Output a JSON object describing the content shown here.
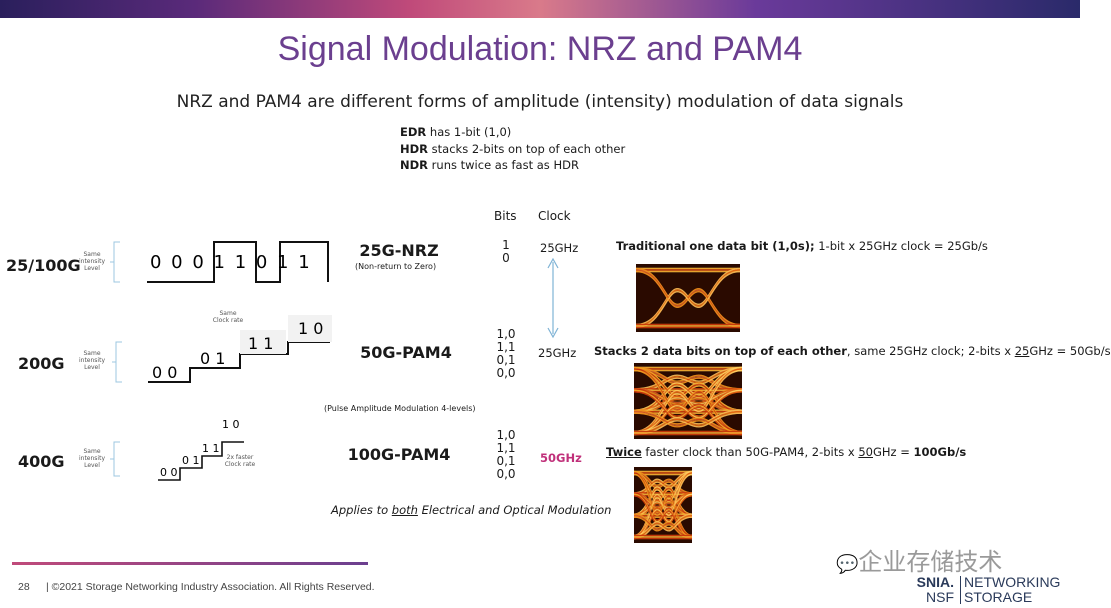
{
  "slide": {
    "title": "Signal Modulation: NRZ and PAM4",
    "subtitle": "NRZ and PAM4 are different forms of amplitude (intensity) modulation of data signals",
    "definitions": [
      {
        "term": "EDR",
        "text": " has 1-bit (1,0)"
      },
      {
        "term": "HDR",
        "text": " stacks 2-bits on top of each other"
      },
      {
        "term": "NDR",
        "text": " runs twice as fast as HDR"
      }
    ],
    "column_headers": {
      "bits": "Bits",
      "clock": "Clock"
    },
    "rows": [
      {
        "rate": "25/100G",
        "level_note": "Same\nintensity\nLevel",
        "signal_bits": [
          "0",
          "0",
          "0",
          "1",
          "1",
          "0",
          "1",
          "1"
        ],
        "modulation": "25G-NRZ",
        "modulation_note": "(Non-return to Zero)",
        "bits": [
          "1",
          "0"
        ],
        "clock": "25GHz",
        "description_bold": "Traditional one data bit (1,0s);",
        "description_rest": "  1-bit x 25GHz clock = 25Gb/s"
      },
      {
        "rate": "200G",
        "level_note": "Same\nintensity\nLevel",
        "clock_note": "Same\nClock rate",
        "levels": [
          "0 0",
          "0 1",
          "1 1",
          "1 0"
        ],
        "modulation": "50G-PAM4",
        "bits": [
          "1,0",
          "1,1",
          "0,1",
          "0,0"
        ],
        "clock": "25GHz",
        "description_bold": "Stacks 2 data bits on top of each other",
        "description_rest": ", same 25GHz clock; 2-bits x ",
        "description_underline": "25",
        "description_end": "GHz = 50Gb/s"
      },
      {
        "rate": "400G",
        "level_note": "Same\nintensity\nLevel",
        "clock_note": "2x faster\nClock rate",
        "levels": [
          "0 0",
          "0 1",
          "1 1",
          "1 0"
        ],
        "modulation": "100G-PAM4",
        "bits": [
          "1,0",
          "1,1",
          "0,1",
          "0,0"
        ],
        "clock": "50GHz",
        "clock_color": "#c0307a",
        "description_underline_lead": "Twice",
        "description_rest": " faster clock than 50G-PAM4, 2-bits x ",
        "description_underline": "50",
        "description_mid": "GHz = ",
        "description_bold_end": "100Gb/s"
      }
    ],
    "pam_note": "(Pulse Amplitude Modulation 4-levels)",
    "applies": {
      "pre": "Applies to ",
      "underline": "both",
      "post": " Electrical and Optical Modulation"
    },
    "footer": {
      "page": "28",
      "copyright": "| ©2021 Storage Networking Industry Association. All Rights Reserved."
    },
    "watermark": "企业存储技术",
    "logo": {
      "left_top": "SNIA.",
      "left_bottom": "NSF",
      "right_top": "NETWORKING",
      "right_bottom": "STORAGE"
    },
    "colors": {
      "title": "#6b3f8f",
      "accent": "#c0307a",
      "arrow": "#7fb3d5",
      "eye_orange": "#f0a020",
      "eye_dark": "#2a0a00"
    }
  }
}
